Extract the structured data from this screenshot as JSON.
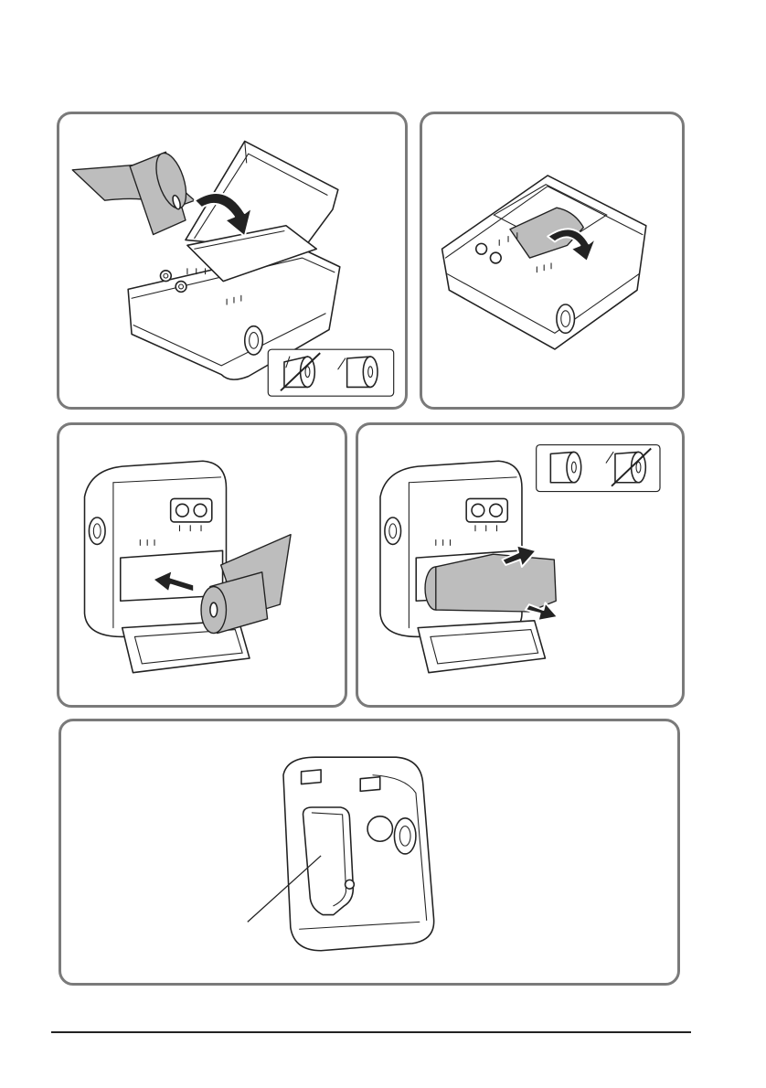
{
  "figure": {
    "panels": [
      {
        "id": "step-1",
        "shows": "open-printer-insert-roll"
      },
      {
        "id": "step-2",
        "shows": "close-cover-feed-paper"
      },
      {
        "id": "step-3",
        "shows": "insert-roll-front-view"
      },
      {
        "id": "step-4",
        "shows": "pull-paper-out-front-view"
      },
      {
        "id": "step-5",
        "shows": "belt-clip-rear-view"
      }
    ],
    "icons": [
      "paper-roll-wrong-orientation-icon",
      "paper-roll-correct-orientation-icon"
    ],
    "colors": {
      "frame": "#7a7a7a",
      "paper": "#bdbdbd",
      "line": "#222222"
    }
  }
}
